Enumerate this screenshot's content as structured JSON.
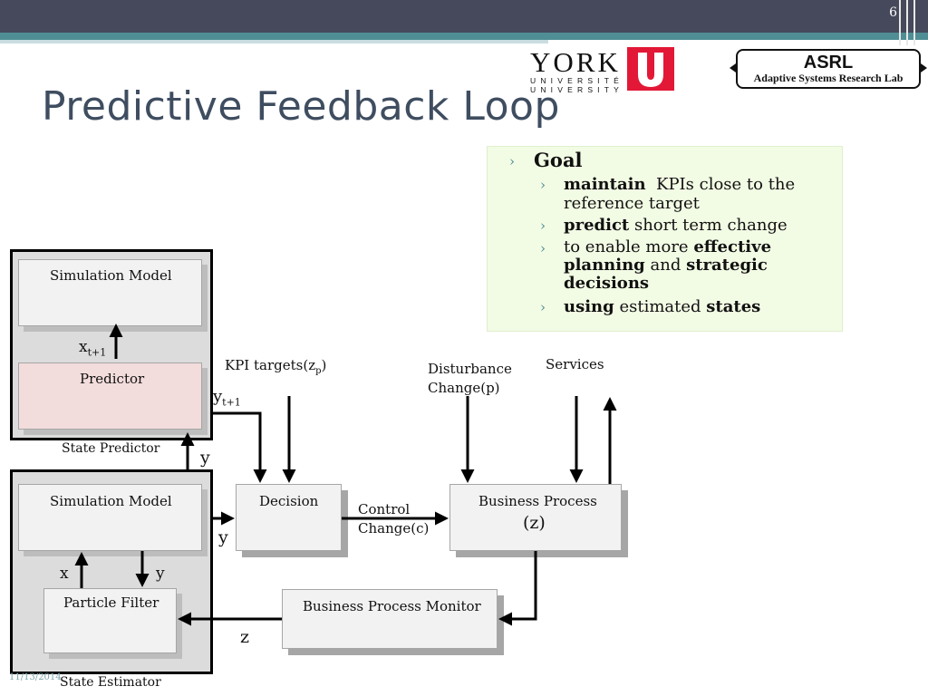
{
  "slide": {
    "number": "6",
    "title": "Predictive Feedback Loop",
    "date": "11/13/2014"
  },
  "logos": {
    "york": {
      "word": "YORK",
      "sub1": "UNIVERSITÉ",
      "sub2": "UNIVERSITY",
      "letter": "U",
      "color": "#e31837"
    },
    "asrl": {
      "title": "ASRL",
      "subtitle": "Adaptive Systems Research Lab"
    }
  },
  "goal": {
    "heading": "Goal",
    "items": [
      {
        "b1": "maintain",
        "t1": "  KPIs close to the",
        "t2": "reference target"
      },
      {
        "b1": "predict",
        "t1": " short term change"
      },
      {
        "t0": "to enable more ",
        "b1": "effective",
        "b2": "planning",
        "t2": " and ",
        "b3": "strategic",
        "b4": "decisions"
      },
      {
        "b1": "using",
        "t1": " estimated ",
        "b2": "states"
      }
    ]
  },
  "diagram": {
    "state_predictor": {
      "label": "State Predictor",
      "sim_model": "Simulation Model",
      "predictor": "Predictor",
      "x_label": "x",
      "x_sub": "t+1"
    },
    "state_estimator": {
      "label": "State Estimator",
      "sim_model": "Simulation Model",
      "particle_filter": "Particle Filter",
      "x_label": "x",
      "y_label": "y"
    },
    "decision": "Decision",
    "business_process": {
      "line1": "Business Process",
      "line2": "(z)"
    },
    "monitor": "Business Process Monitor",
    "labels": {
      "kpi_targets": "KPI targets(z",
      "kpi_sub": "p",
      "kpi_close": ")",
      "disturbance1": "Disturbance",
      "disturbance2": "Change(p)",
      "services": "Services",
      "control1": "Control",
      "control2": "Change(c)",
      "y_t1": "y",
      "y_t1_sub": "t+1",
      "y_pred": "y",
      "y_dec": "y",
      "z": "z"
    }
  }
}
